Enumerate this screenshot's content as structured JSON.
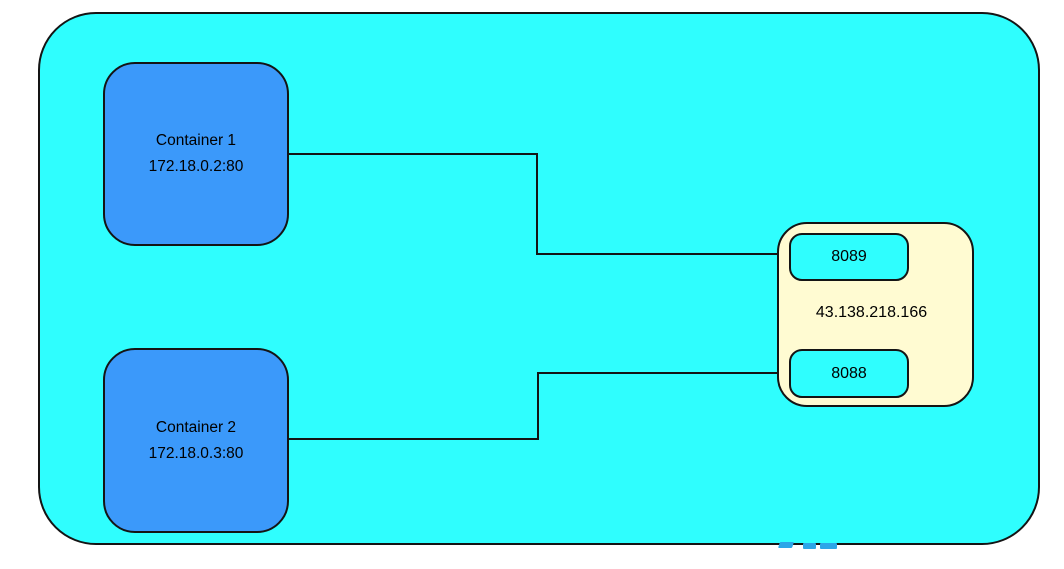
{
  "diagram": {
    "type": "docker-network-topology",
    "colors": {
      "page_background": "#FFFFFF",
      "network_fill": "#2FFEFE",
      "container_fill": "#3B99FA",
      "host_fill": "#FFFBD2",
      "port_fill": "#2FFEFE",
      "border": "#141414",
      "connector": "#141414",
      "watermark_dash": "#2CA6E8"
    },
    "containers": [
      {
        "name": "Container 1",
        "address": "172.18.0.2:80"
      },
      {
        "name": "Container 2",
        "address": "172.18.0.3:80"
      }
    ],
    "host": {
      "ip": "43.138.218.166",
      "ports": [
        {
          "label": "8089"
        },
        {
          "label": "8088"
        }
      ]
    },
    "connections": [
      {
        "from": "Container 1 (172.18.0.2:80)",
        "to": "port 8089"
      },
      {
        "from": "Container 2 (172.18.0.3:80)",
        "to": "port 8088"
      }
    ]
  }
}
